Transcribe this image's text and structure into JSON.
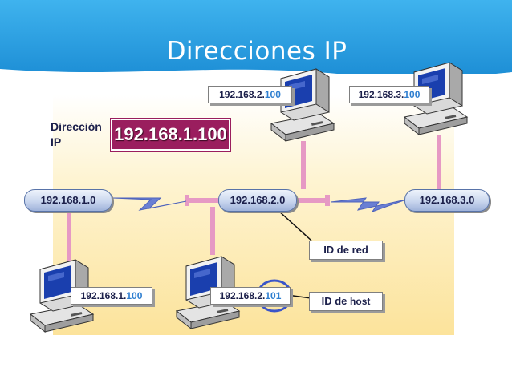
{
  "title": "Direcciones IP",
  "address_label": {
    "line1": "Dirección",
    "line2": "IP"
  },
  "featured_ip": "192.168.1.100",
  "networks": {
    "net1": "192.168.1.0",
    "net2": "192.168.2.0",
    "net3": "192.168.3.0"
  },
  "hosts": {
    "top_left": {
      "network_part": "192.168.2.",
      "host_part": "100"
    },
    "top_right": {
      "network_part": "192.168.3.",
      "host_part": "100"
    },
    "bottom_left": {
      "network_part": "192.168.1.",
      "host_part": "100"
    },
    "bottom_mid": {
      "network_part": "192.168.2.",
      "host_part": "101"
    }
  },
  "callouts": {
    "network_id": "ID de red",
    "host_id_prefix": "ID de ",
    "host_id_word": "host"
  },
  "colors": {
    "header_blue": "#2aa3e2",
    "panel_yellow": "#fde9a8",
    "cable_pink": "#e699c4",
    "bolt_blue": "#6a7fd3",
    "featured_ip_bg": "#9a1e5e",
    "host_part_blue": "#2f7fd0",
    "circle_blue": "#3b55c9"
  },
  "icons": [
    "computer-icon",
    "lightning-link-icon"
  ]
}
